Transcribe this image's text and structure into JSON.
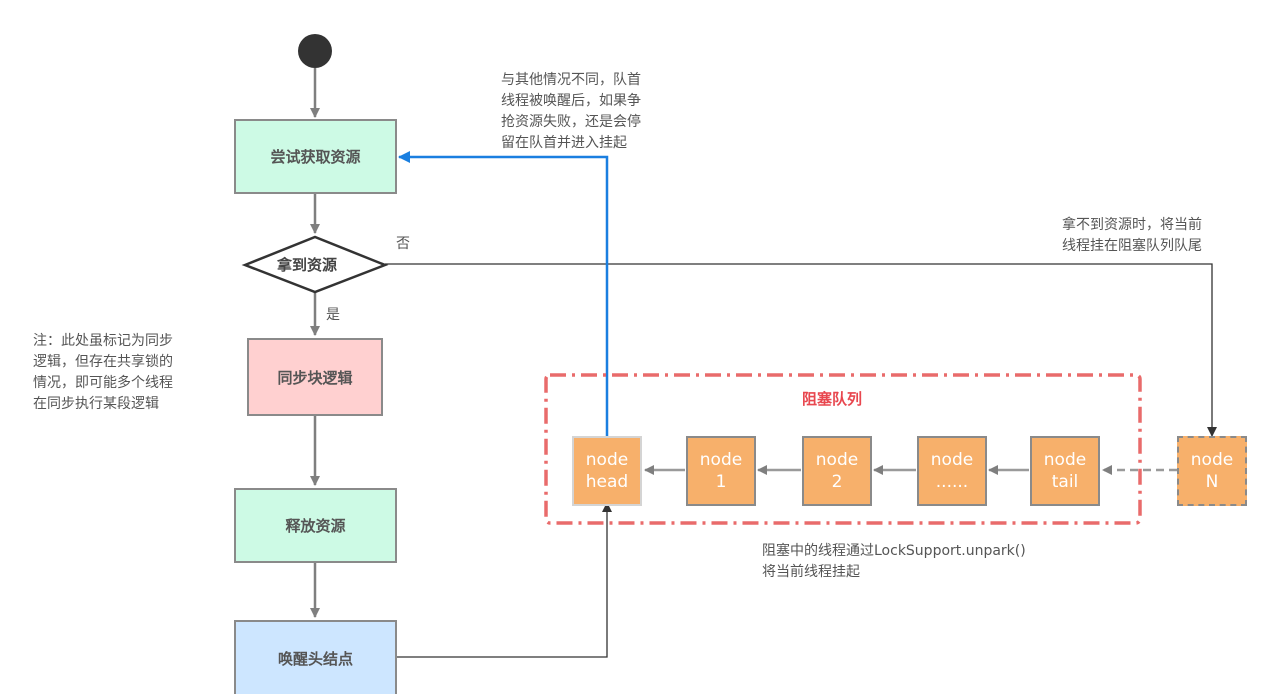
{
  "flow": {
    "try_acquire": "尝试获取资源",
    "got_resource": "拿到资源",
    "no": "否",
    "yes": "是",
    "sync_block": "同步块逻辑",
    "release": "释放资源",
    "wake_head": "唤醒头结点"
  },
  "notes": {
    "top_note": [
      "与其他情况不同，队首",
      "线程被唤醒后，如果争",
      "抢资源失败，还是会停",
      "留在队首并进入挂起"
    ],
    "right_note": [
      "拿不到资源时，将当前",
      "线程挂在阻塞队列队尾"
    ],
    "left_note": [
      "注：此处虽标记为同步",
      "逻辑，但存在共享锁的",
      "情况，即可能多个线程",
      "在同步执行某段逻辑"
    ],
    "bottom_note": [
      "阻塞中的线程通过LockSupport.unpark()",
      "将当前线程挂起"
    ]
  },
  "queue": {
    "title": "阻塞队列",
    "nodes": [
      {
        "line1": "node",
        "line2": "head"
      },
      {
        "line1": "node",
        "line2": "1"
      },
      {
        "line1": "node",
        "line2": "2"
      },
      {
        "line1": "node",
        "line2": "......"
      },
      {
        "line1": "node",
        "line2": "tail"
      }
    ],
    "new_node": {
      "line1": "node",
      "line2": "N"
    }
  },
  "colors": {
    "green_box": "#cdfae5",
    "pink_box": "#ffd0d0",
    "blue_box": "#cde6ff",
    "node_fill": "#f7b06b",
    "queue_border": "#e96b6b",
    "blue_arrow": "#1a7fe0"
  }
}
